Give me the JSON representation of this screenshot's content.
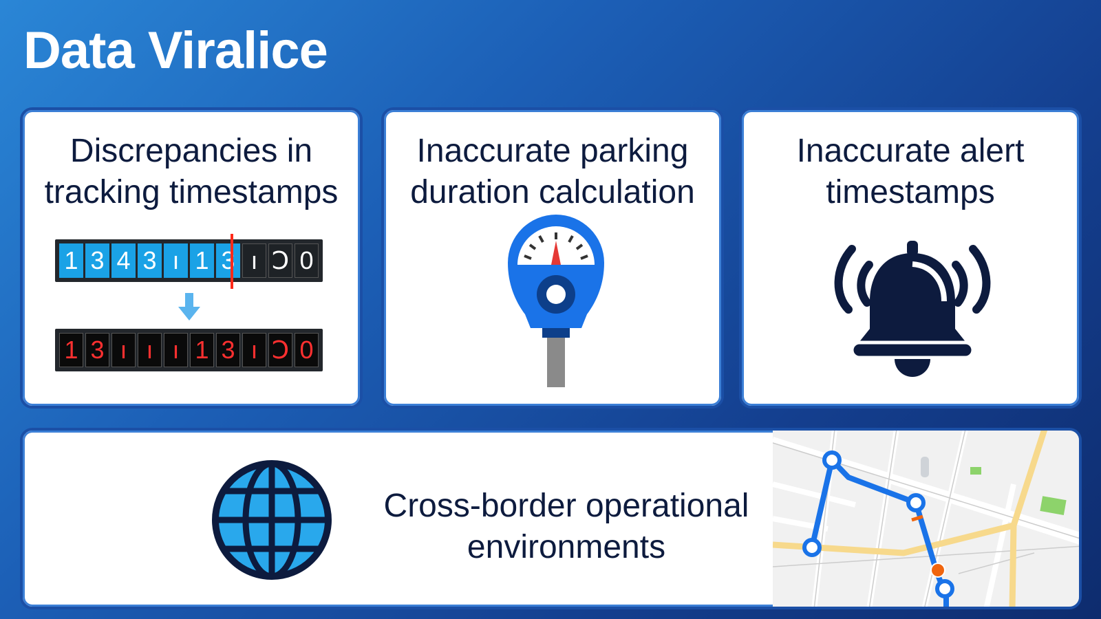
{
  "title": "Data Viralice",
  "cards": [
    {
      "title_line1": "Discrepancies in",
      "title_line2": "tracking timestamps",
      "icon": "timestamp-strip-icon",
      "top_digits": [
        "1",
        "3",
        "4",
        "3",
        "ı",
        "1",
        "3",
        "ı",
        "Ↄ",
        "0"
      ],
      "bottom_digits": [
        "1",
        "3",
        "ı",
        "ı",
        "ı",
        "1",
        "3",
        "ı",
        "Ↄ",
        "0"
      ]
    },
    {
      "title_line1": "Inaccurate parking",
      "title_line2": "duration calculation",
      "icon": "parking-meter-icon"
    },
    {
      "title_line1": "Inaccurate alert",
      "title_line2": "timestamps",
      "icon": "bell-icon"
    }
  ],
  "bottom": {
    "text_line1": "Cross-border operational",
    "text_line2": "environments",
    "icon": "globe-icon",
    "map": "route-map"
  },
  "colors": {
    "accent": "#1a73e8",
    "highlight": "#1aa2e6",
    "alert": "#ff3030",
    "text": "#0d1b3e"
  }
}
